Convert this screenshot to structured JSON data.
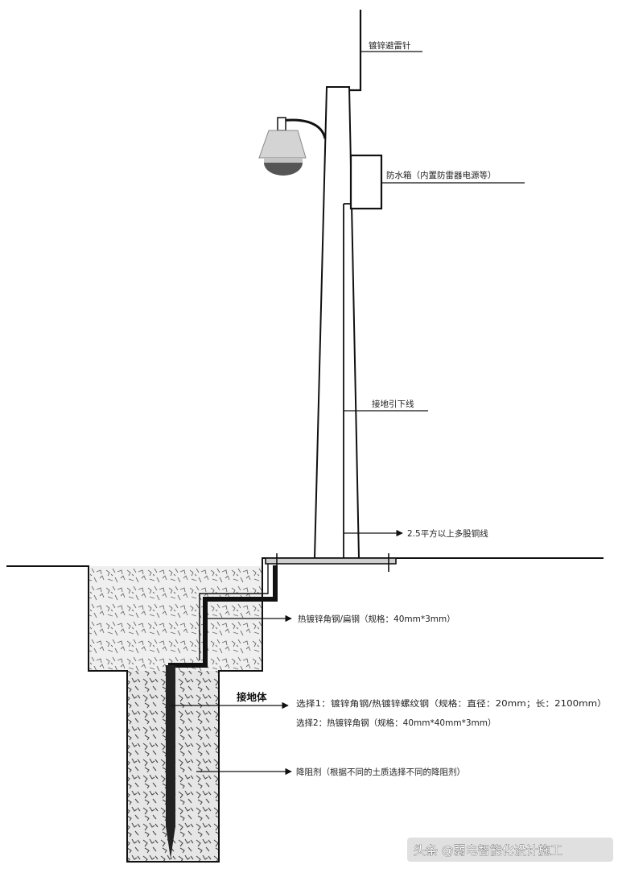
{
  "labels": {
    "lightning_rod": "镀锌避雷针",
    "protection_box": "防水箱（内置防雷器电源等）",
    "down_conductor": "接地引下线",
    "bonding_wire": "2.5平方以上多股铜线",
    "flat_steel": "热镀锌角钢/扁钢（规格：40mm*3mm）",
    "grounding_body": "接地体",
    "option1": "选择1：镀锌角钢/热镀锌螺纹钢（规格：直径：20mm；长：2100mm）",
    "option2": "选择2：热镀锌角钢（规格：40mm*40mm*3mm）",
    "resistance_reducer": "降阻剂（根据不同的土质选择不同的降阻剂）"
  },
  "watermark": "头条 @弱电智能化设计施工",
  "colors": {
    "line": "#111111",
    "soil": "#e9e9e9",
    "camera_body": "#d4d4d4",
    "camera_dome": "#555555"
  }
}
